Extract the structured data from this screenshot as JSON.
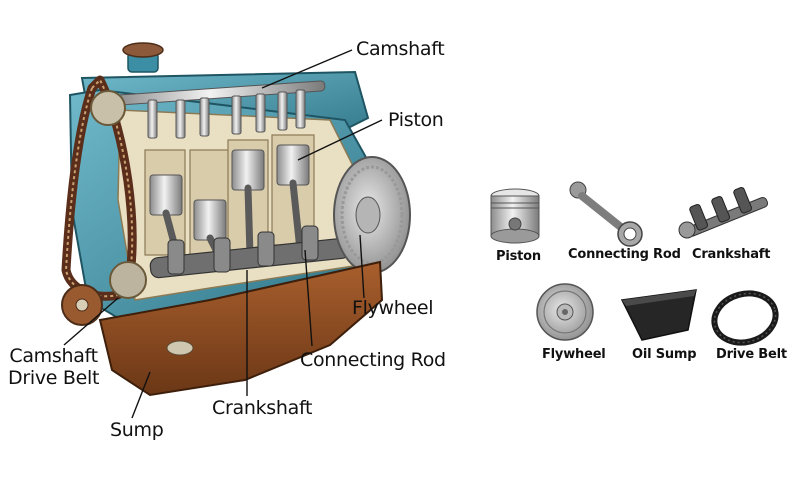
{
  "engine_labels": {
    "camshaft": "Camshaft",
    "piston": "Piston",
    "flywheel": "Flywheel",
    "connecting_rod": "Connecting Rod",
    "crankshaft": "Crankshaft",
    "sump": "Sump",
    "camshaft_drive_belt_line1": "Camshaft",
    "camshaft_drive_belt_line2": "Drive Belt"
  },
  "parts": {
    "piston": "Piston",
    "connecting_rod": "Connecting Rod",
    "crankshaft": "Crankshaft",
    "flywheel": "Flywheel",
    "oil_sump": "Oil Sump",
    "drive_belt": "Drive Belt"
  },
  "colors": {
    "block": "#4a9bb0",
    "block_dark": "#2f7487",
    "sump": "#8a4b22",
    "belt": "#5a2e1a",
    "metal": "#c9c9c9",
    "metal_dark": "#6d6d6d",
    "cream": "#efe6cc"
  }
}
